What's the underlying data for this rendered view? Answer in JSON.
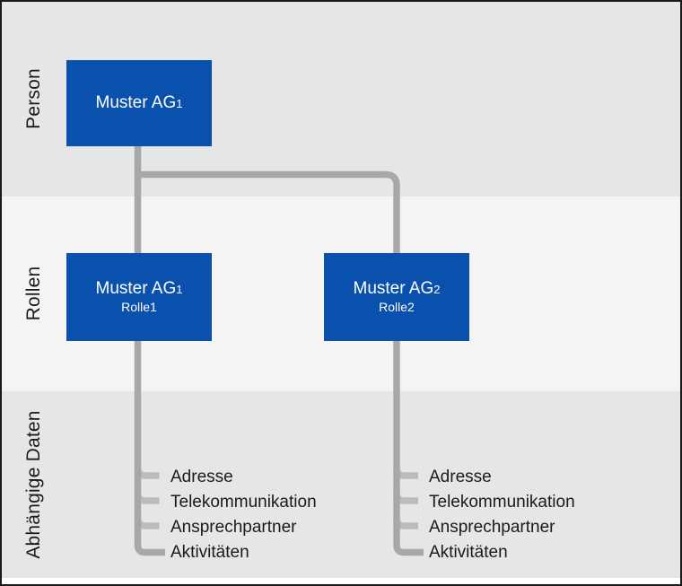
{
  "colors": {
    "accent_blue": "#0a50ad",
    "band_gray": "#e6e6e6",
    "band_light": "#f4f4f4",
    "connector": "#a8a8a8",
    "connector_stub": "#bcbcbc",
    "text_dark": "#1a1a1a",
    "border_dark": "#1a1a1a",
    "node_text": "#ffffff"
  },
  "bands": [
    {
      "label": "Person"
    },
    {
      "label": "Rollen"
    },
    {
      "label": "Abhängige Daten"
    }
  ],
  "nodes": {
    "person": {
      "title_main": "Muster AG",
      "title_sub": "1"
    },
    "role1": {
      "title_main": "Muster AG",
      "title_sub": "1",
      "subtitle": "Rolle1"
    },
    "role2": {
      "title_main": "Muster AG",
      "title_sub": "2",
      "subtitle": "Rolle2"
    }
  },
  "dependent_data": {
    "items": [
      "Adresse",
      "Telekommunikation",
      "Ansprechpartner",
      "Aktivitäten"
    ]
  }
}
